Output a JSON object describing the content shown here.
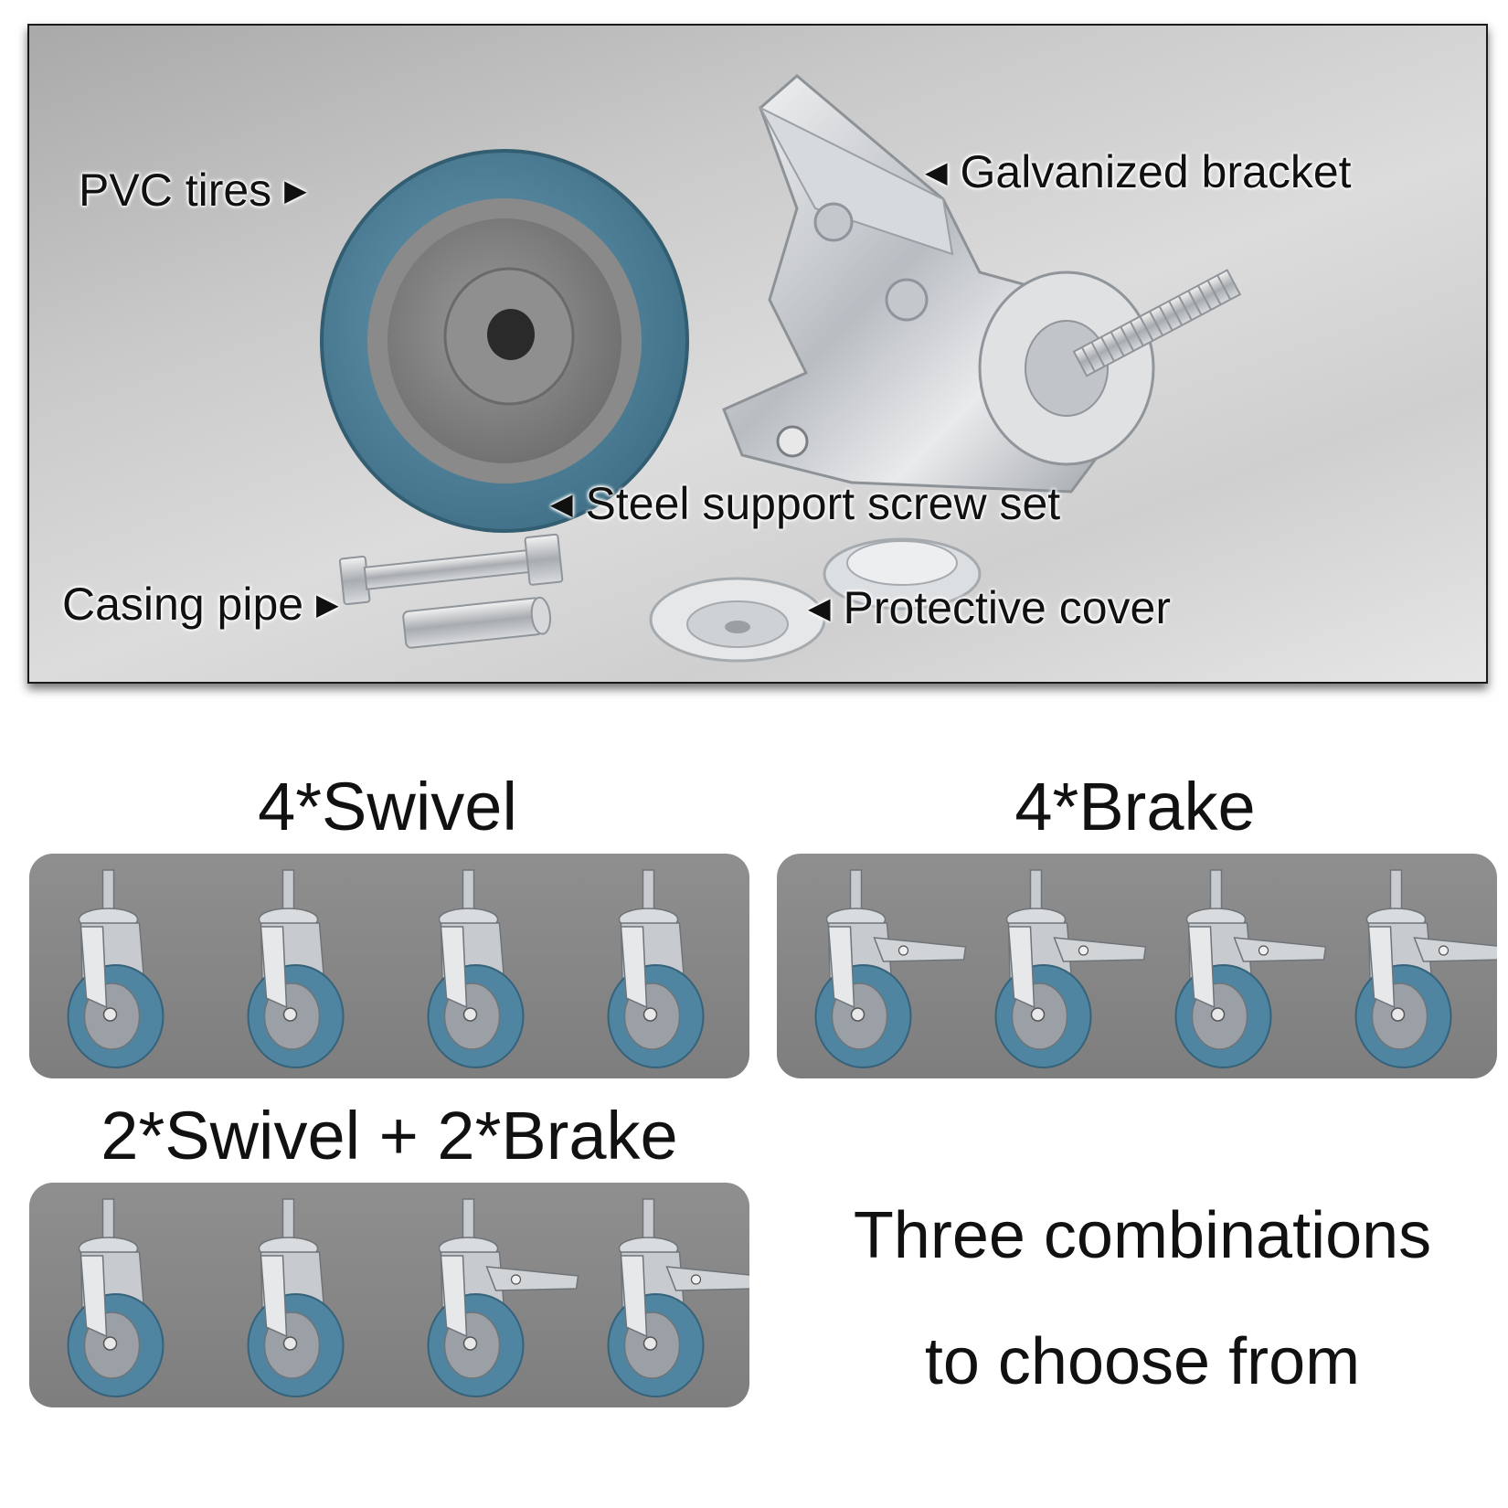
{
  "hero": {
    "callouts": {
      "pvc_tires": "PVC tires",
      "galvanized_bracket": "Galvanized bracket",
      "steel_screw_set": "Steel support screw set",
      "casing_pipe": "Casing pipe",
      "protective_cover": "Protective cover"
    },
    "arrow_right": "▶",
    "arrow_left": "◀",
    "tire_color": "#4d7f96",
    "hub_color": "#7d7d7d"
  },
  "groups": {
    "swivel4": {
      "title": "4*Swivel",
      "items": [
        "swivel",
        "swivel",
        "swivel",
        "swivel"
      ]
    },
    "brake4": {
      "title": "4*Brake",
      "items": [
        "brake",
        "brake",
        "brake",
        "brake"
      ]
    },
    "mixed": {
      "title": "2*Swivel + 2*Brake",
      "items": [
        "swivel",
        "swivel",
        "brake",
        "brake"
      ]
    }
  },
  "tagline": {
    "line1": "Three combinations",
    "line2": "to choose from"
  },
  "colors": {
    "panel": "#878787",
    "wheel": "#4f85a0",
    "metal": "#c8ccd0"
  }
}
